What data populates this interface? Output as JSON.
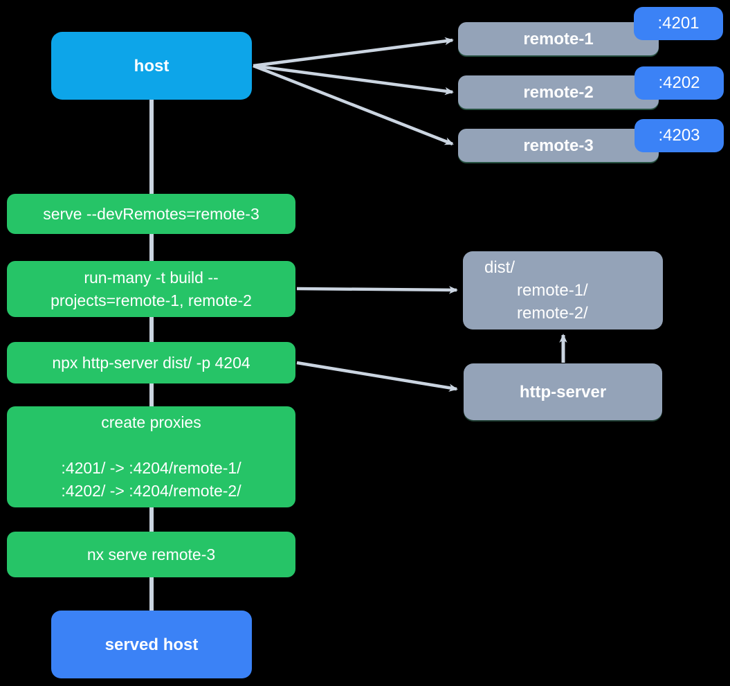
{
  "diagram": {
    "host": {
      "label": "host"
    },
    "remotes": [
      {
        "label": "remote-1",
        "port": ":4201"
      },
      {
        "label": "remote-2",
        "port": ":4202"
      },
      {
        "label": "remote-3",
        "port": ":4203"
      }
    ],
    "steps": [
      {
        "lines": [
          "serve --devRemotes=remote-3"
        ]
      },
      {
        "lines": [
          "run-many -t build --",
          "projects=remote-1, remote-2"
        ]
      },
      {
        "lines": [
          "npx http-server dist/ -p 4204"
        ]
      },
      {
        "lines": [
          "create proxies",
          "",
          ":4201/ -> :4204/remote-1/",
          ":4202/ -> :4204/remote-2/"
        ]
      },
      {
        "lines": [
          "nx serve remote-3"
        ]
      }
    ],
    "dist": {
      "lines": [
        "dist/",
        "remote-1/",
        "remote-2/"
      ]
    },
    "http_server": {
      "label": "http-server"
    },
    "served_host": {
      "label": "served host"
    }
  },
  "colors": {
    "host_node": "#0da5e9",
    "remote_node": "#94a3b8",
    "port_badge": "#3b82f6",
    "command_step": "#26c467",
    "served_host_node": "#3b82f6",
    "connector": "#cbd5e1",
    "text": "#ffffff"
  }
}
